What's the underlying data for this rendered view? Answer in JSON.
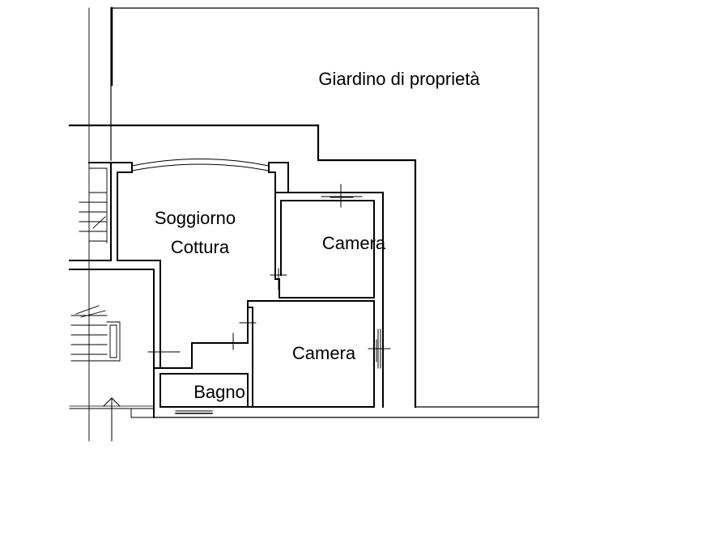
{
  "labels": {
    "garden": "Giardino di proprietà",
    "living_line1": "Soggiorno",
    "living_line2": "Cottura",
    "bedroom_1": "Camera",
    "bedroom_2": "Camera",
    "bathroom": "Bagno"
  },
  "colors": {
    "line": "#000000",
    "background": "#ffffff"
  }
}
